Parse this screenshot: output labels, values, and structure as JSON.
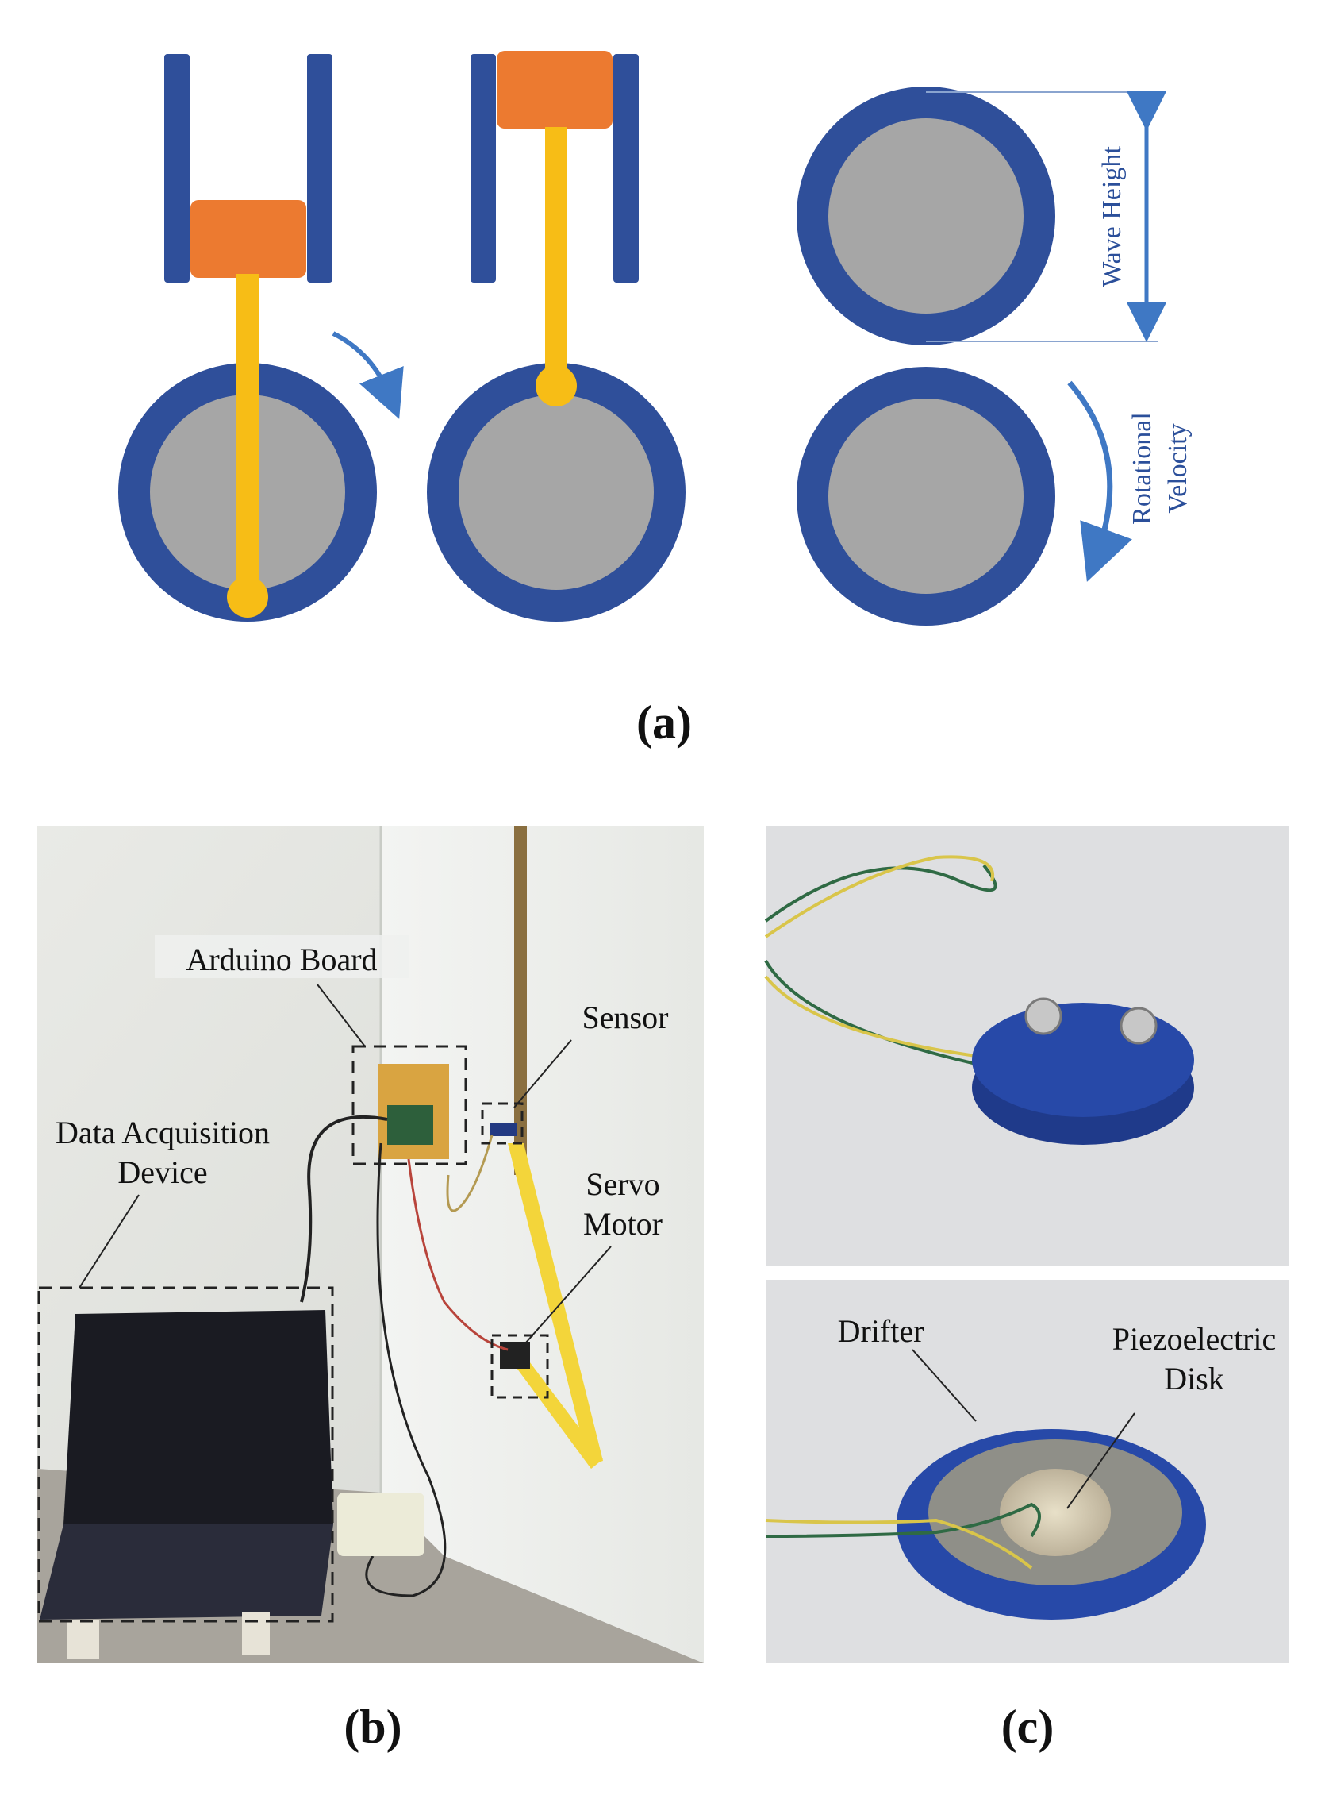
{
  "panel_a": {
    "label": "(a)",
    "wave_height_label": "Wave Height",
    "rotational_velocity_line1": "Rotational",
    "rotational_velocity_line2": "Velocity"
  },
  "panel_b": {
    "label": "(b)",
    "arduino_board": "Arduino Board",
    "sensor": "Sensor",
    "daq_line1": "Data Acquisition",
    "daq_line2": "Device",
    "servo_line1": "Servo",
    "servo_line2": "Motor"
  },
  "panel_c": {
    "label": "(c)",
    "drifter": "Drifter",
    "piezo_line1": "Piezoelectric",
    "piezo_line2": "Disk"
  },
  "colors": {
    "ring_blue": "#2f4f9a",
    "disk_gray": "#a6a6a6",
    "rod_yellow": "#f7bd16",
    "piston_orange": "#ec7a30",
    "arrow_blue": "#3f78c4"
  }
}
